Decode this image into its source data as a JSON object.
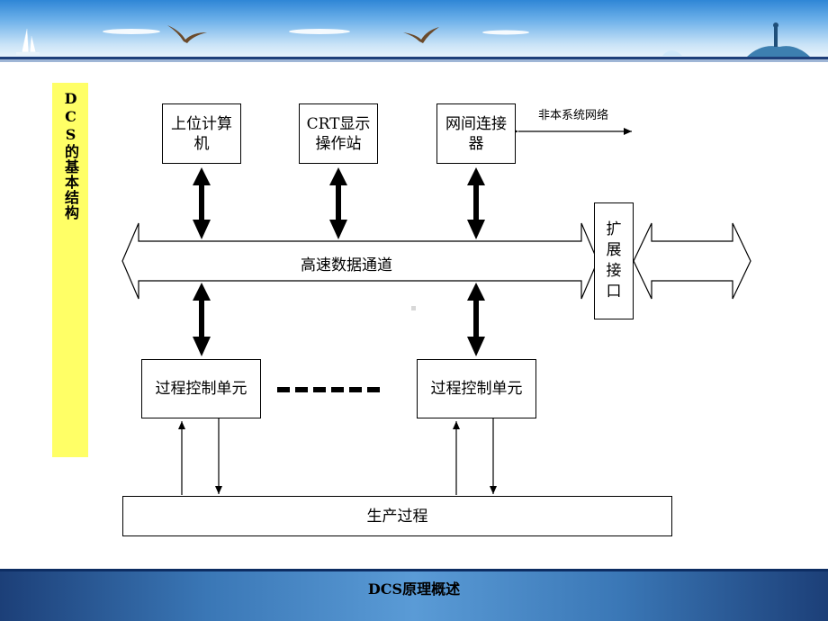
{
  "side_title": "DCS的基本结构",
  "nodes": {
    "upper_computer": "上位计算\n机",
    "crt_station": "CRT显示\n操作站",
    "gateway": "网间连接\n器",
    "expansion_port": "扩\n展\n接\n口",
    "control_unit_left": "过程控制单元",
    "control_unit_right": "过程控制单元",
    "production_process": "生产过程"
  },
  "bus_label": "高速数据通道",
  "network_label": "非本系统网络",
  "footer_title": "DCS原理概述",
  "colors": {
    "side_label_bg": "#ffff66",
    "banner_top": "#2f86d6",
    "footer_mid": "#5a9bd6"
  }
}
